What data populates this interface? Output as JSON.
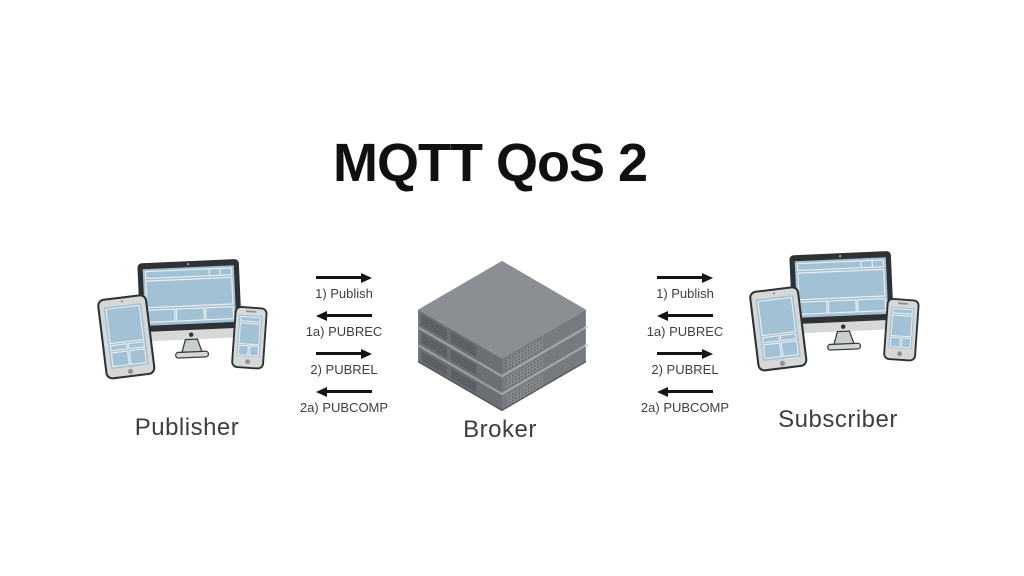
{
  "title": "MQTT QoS 2",
  "nodes": {
    "publisher": {
      "label": "Publisher",
      "illustration": "multi-device-computer"
    },
    "broker": {
      "label": "Broker",
      "illustration": "server-stack"
    },
    "subscriber": {
      "label": "Subscriber",
      "illustration": "multi-device-computer"
    }
  },
  "flows": {
    "publisher_broker": {
      "from": "Publisher",
      "to": "Broker",
      "messages": [
        {
          "label": "1) Publish",
          "direction": "right"
        },
        {
          "label": "1a) PUBREC",
          "direction": "left"
        },
        {
          "label": "2) PUBREL",
          "direction": "right"
        },
        {
          "label": "2a) PUBCOMP",
          "direction": "left"
        }
      ]
    },
    "broker_subscriber": {
      "from": "Broker",
      "to": "Subscriber",
      "messages": [
        {
          "label": "1) Publish",
          "direction": "right"
        },
        {
          "label": "1a) PUBREC",
          "direction": "left"
        },
        {
          "label": "2) PUBREL",
          "direction": "right"
        },
        {
          "label": "2a) PUBCOMP",
          "direction": "left"
        }
      ]
    }
  },
  "colors": {
    "background": "#ffffff",
    "title-text": "#101010",
    "label-text": "#3e3e3e",
    "arrow": "#141414",
    "screen-blue": "#a3c1d5",
    "wireframe": "#e9edef",
    "device-body": "#d5d8d7",
    "device-frame": "#2e3234",
    "server-top": "#8b8e92",
    "server-left": "#6c6f74",
    "server-right": "#777a7f"
  }
}
